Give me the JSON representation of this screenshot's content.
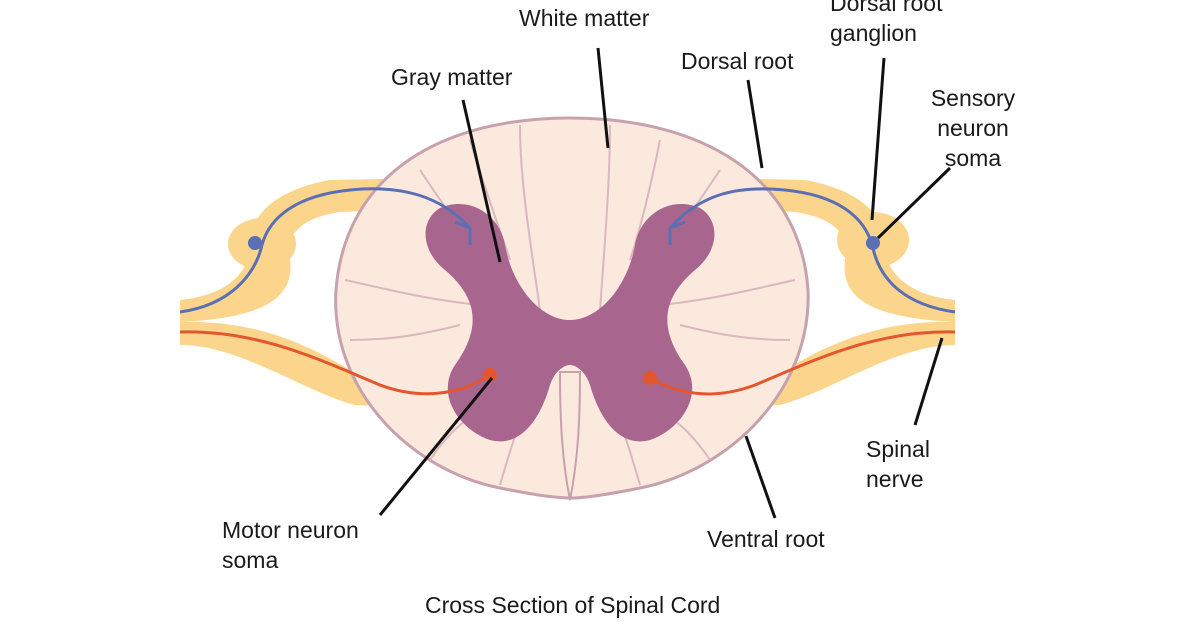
{
  "labels": {
    "white_matter": "White matter",
    "gray_matter": "Gray matter",
    "dorsal_root": "Dorsal root",
    "dorsal_root_ganglion": [
      "Dorsal root",
      "ganglion"
    ],
    "sensory_neuron_soma": [
      "Sensory",
      "neuron",
      "soma"
    ],
    "spinal_nerve": [
      "Spinal",
      "nerve"
    ],
    "ventral_root": "Ventral root",
    "motor_neuron_soma": [
      "Motor neuron",
      "soma"
    ]
  },
  "caption": "Cross Section of Spinal Cord",
  "colors": {
    "white_matter_fill": "#fbe9dd",
    "white_matter_stroke": "#c7a2ad",
    "gray_matter_fill": "#a8668f",
    "nerve_fill": "#fbd58b",
    "nerve_inner": "#fde8b8",
    "sensory_neuron": "#5a6fb4",
    "motor_neuron": "#e4572e"
  }
}
